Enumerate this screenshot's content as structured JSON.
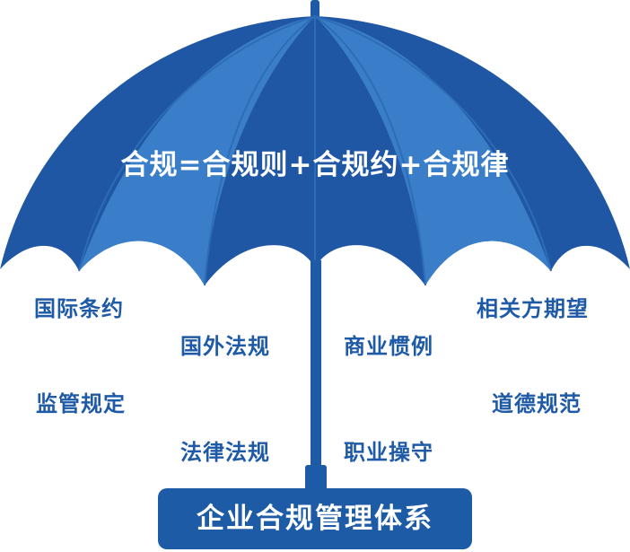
{
  "formula": "合规=合规则+合规约+合规律",
  "labels": {
    "international_treaties": "国际条约",
    "foreign_laws": "国外法规",
    "business_practice": "商业惯例",
    "stakeholder_expectations": "相关方期望",
    "regulatory_requirements": "监管规定",
    "ethics_norms": "道德规范",
    "laws_regulations": "法律法规",
    "professional_conduct": "职业操守"
  },
  "base_label": "企业合规管理体系",
  "colors": {
    "umbrella_dark": "#1f57a4",
    "umbrella_light": "#3a7ec9",
    "handle": "#1e5ba7",
    "label_text": "#1f5aa6"
  }
}
